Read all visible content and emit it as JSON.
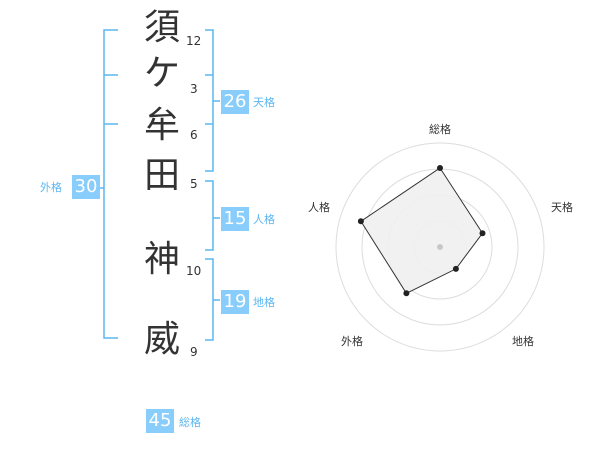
{
  "name": {
    "characters": [
      {
        "char": "須",
        "strokes": "12"
      },
      {
        "char": "ケ",
        "strokes": "3"
      },
      {
        "char": "牟",
        "strokes": "6"
      },
      {
        "char": "田",
        "strokes": "5"
      },
      {
        "char": "神",
        "strokes": "10"
      },
      {
        "char": "威",
        "strokes": "9"
      }
    ]
  },
  "fortunes": {
    "tenkaku": {
      "value": "26",
      "label": "天格"
    },
    "jinkaku": {
      "value": "15",
      "label": "人格"
    },
    "chikaku": {
      "value": "19",
      "label": "地格"
    },
    "gaikaku": {
      "value": "30",
      "label": "外格"
    },
    "soukaku": {
      "value": "45",
      "label": "総格"
    }
  },
  "radar": {
    "axes": [
      "総格",
      "天格",
      "地格",
      "外格",
      "人格"
    ],
    "levels": 4,
    "values": [
      0.76,
      0.43,
      0.26,
      0.55,
      0.8
    ]
  },
  "colors": {
    "accent": "#88cdfb",
    "bracket": "#5bb7f1",
    "text": "#333333"
  }
}
